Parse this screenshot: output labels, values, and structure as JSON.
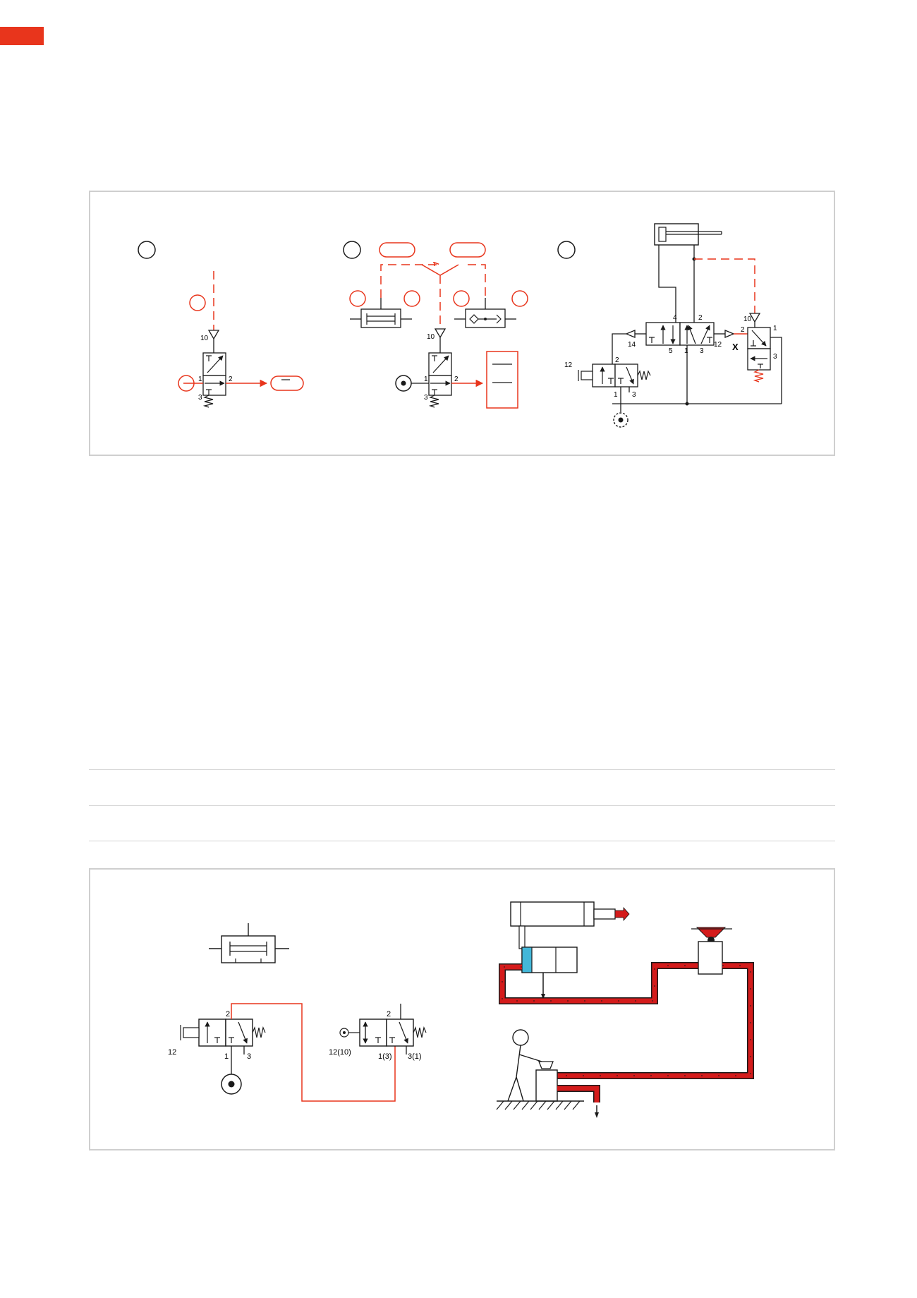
{
  "colors": {
    "accent": "#e8351c",
    "line": "#1a1a1a",
    "frame": "#cfcfcf",
    "air_fill": "#d41b1b",
    "cylinder_cyan": "#43b7d8"
  },
  "figure_top": {
    "panel_a": {
      "port_pilot": "10",
      "port_in": "1",
      "port_out": "2",
      "port_exhaust": "3"
    },
    "panel_b": {
      "port_pilot": "10",
      "port_in": "1",
      "port_out": "2",
      "port_exhaust": "3"
    },
    "panel_c": {
      "main_valve_ports": [
        "4",
        "2",
        "14",
        "5",
        "1",
        "3",
        "12"
      ],
      "start_valve_ports": [
        "12",
        "2",
        "1",
        "3"
      ],
      "signal_valve_ports": [
        "10",
        "2",
        "1",
        "3"
      ],
      "marker": "X"
    }
  },
  "figure_bottom": {
    "valve_left_ports": [
      "2",
      "12",
      "1",
      "3"
    ],
    "valve_right_ports": [
      "2",
      "12(10)",
      "1(3)",
      "3(1)"
    ]
  }
}
